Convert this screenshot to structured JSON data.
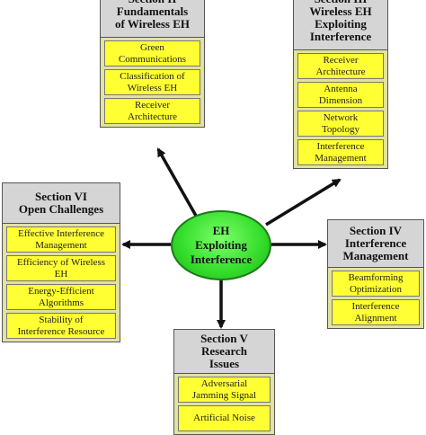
{
  "center": {
    "label": "EH\nExploiting\nInterference"
  },
  "sections": {
    "s2": {
      "title": "Section II\nFundamentals\nof Wireless EH",
      "items": [
        "Green\nCommunications",
        "Classification of\nWireless EH",
        "Receiver\nArchitecture"
      ]
    },
    "s3": {
      "title": "Section III\nWireless EH\nExploiting\nInterference",
      "items": [
        "Receiver\nArchitecture",
        "Antenna\nDimension",
        "Network\nTopology",
        "Interference\nManagement"
      ]
    },
    "s4": {
      "title": "Section IV\nInterference\nManagement",
      "items": [
        "Beamforming\nOptimization",
        "Interference\nAlignment"
      ]
    },
    "s5": {
      "title": "Section V\nResearch\nIssues",
      "items": [
        "Adversarial\nJamming Signal",
        "Artificial Noise"
      ]
    },
    "s6": {
      "title": "Section VI\nOpen Challenges",
      "items": [
        "Effective Interference\nManagement",
        "Efficiency of Wireless\nEH",
        "Energy-Efficient\nAlgorithms",
        "Stability of\nInterference Resource"
      ]
    }
  }
}
